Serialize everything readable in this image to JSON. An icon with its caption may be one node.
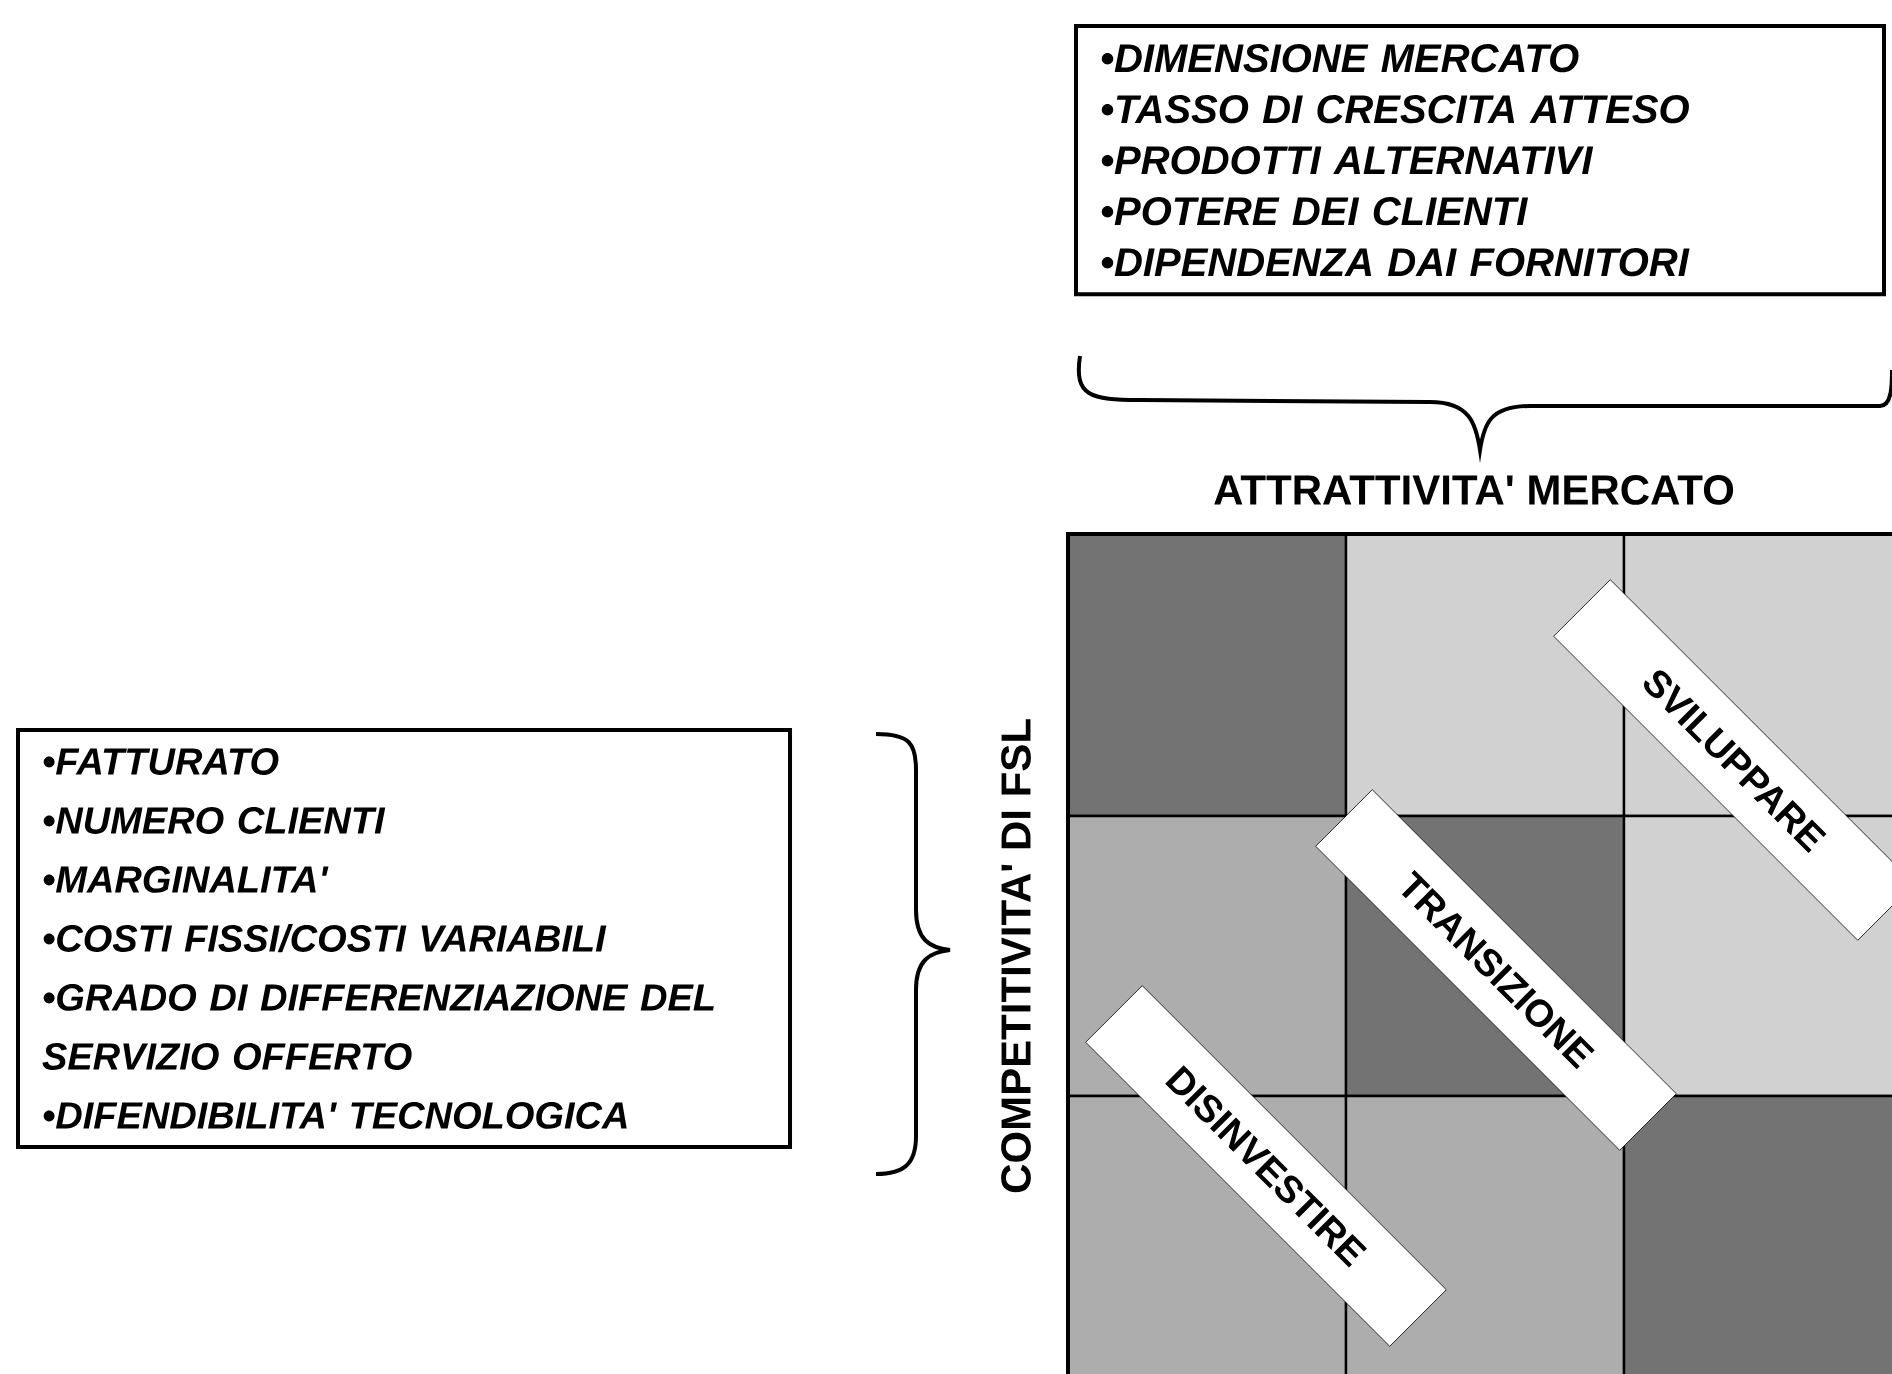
{
  "diagram": {
    "nodes": [
      {
        "text": [
          "•DIMENSIONE MERCATO",
          "•TASSO DI CRESCITA ATTESO",
          "•PRODOTTI ALTERNATIVI",
          "•POTERE DEI CLIENTI",
          "•DIPENDENZA DAI FORNITORI"
        ]
      },
      {
        "text": [
          "•FATTURATO",
          "•NUMERO CLIENTI",
          "•MARGINALITA'",
          "•COSTI FISSI/COSTI VARIABILI",
          "•GRADO DI DIFFERENZIAZIONE DEL SERVIZIO OFFERTO",
          "•DIFENDIBILITA' TECNOLOGICA"
        ]
      },
      {
        "text": [
          "SVILUPPARE"
        ]
      },
      {
        "text": [
          "TRANSIZIONE"
        ]
      },
      {
        "text": [
          "DISINVESTIRE"
        ]
      }
    ],
    "labels": [
      "ATTRATTIVITA' MERCATO",
      "COMPETITIVITA' DI FSL"
    ]
  }
}
